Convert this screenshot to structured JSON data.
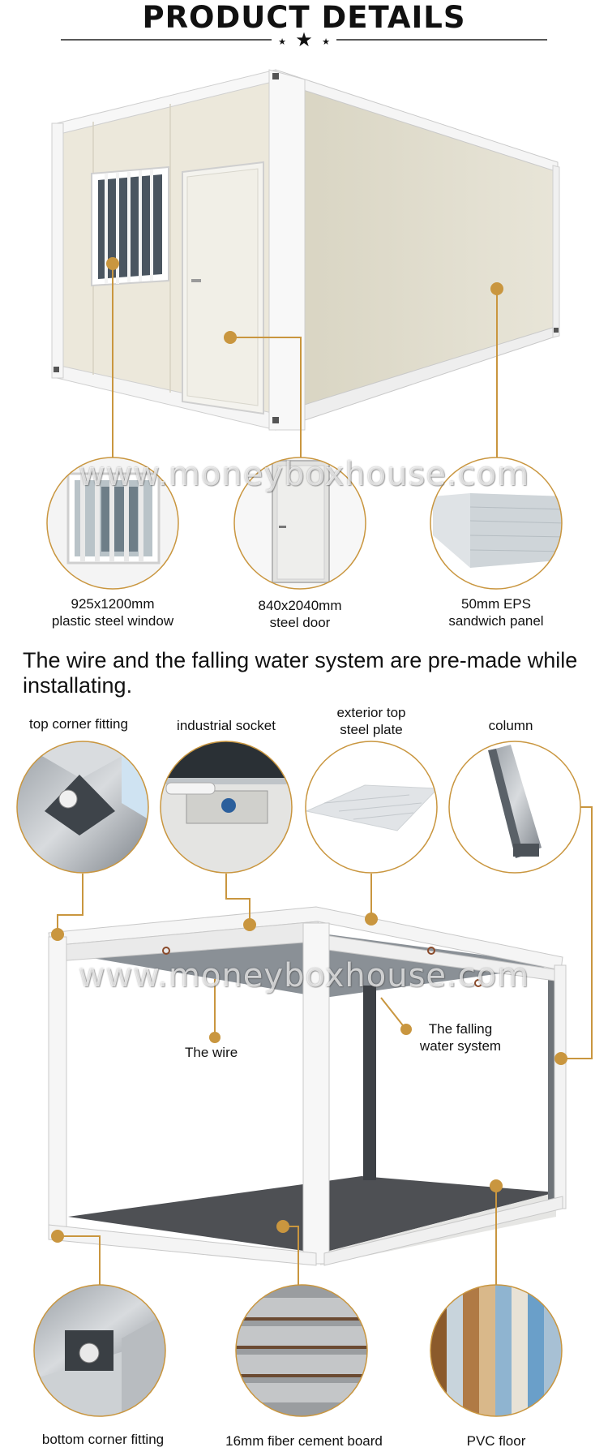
{
  "header": {
    "title": "PRODUCT DETAILS"
  },
  "watermark": {
    "text": "www.moneyboxhouse.com"
  },
  "section1": {
    "callouts": [
      {
        "line1": "925x1200mm",
        "line2": "plastic steel window",
        "icon": "window-photo"
      },
      {
        "line1": "840x2040mm",
        "line2": "steel door",
        "icon": "door-photo"
      },
      {
        "line1": "50mm EPS",
        "line2": "sandwich panel",
        "icon": "panel-photo"
      }
    ]
  },
  "headline": "The wire and the falling water system are pre-made while installating.",
  "section2": {
    "top_labels": [
      {
        "line1": "top corner fitting",
        "line2": ""
      },
      {
        "line1": "industrial socket",
        "line2": ""
      },
      {
        "line1": "exterior top",
        "line2": "steel plate"
      },
      {
        "line1": "column",
        "line2": ""
      }
    ],
    "frame_labels": {
      "wire": "The wire",
      "water_line1": "The falling",
      "water_line2": "water system"
    },
    "bottom_labels": [
      {
        "line1": "bottom corner fitting"
      },
      {
        "line1": "16mm fiber cement board"
      },
      {
        "line1": "PVC floor"
      }
    ]
  },
  "colors": {
    "accent": "#c9963f",
    "panel": "#e9e4d5",
    "frame": "#f2f2f2",
    "floor": "#555555"
  }
}
